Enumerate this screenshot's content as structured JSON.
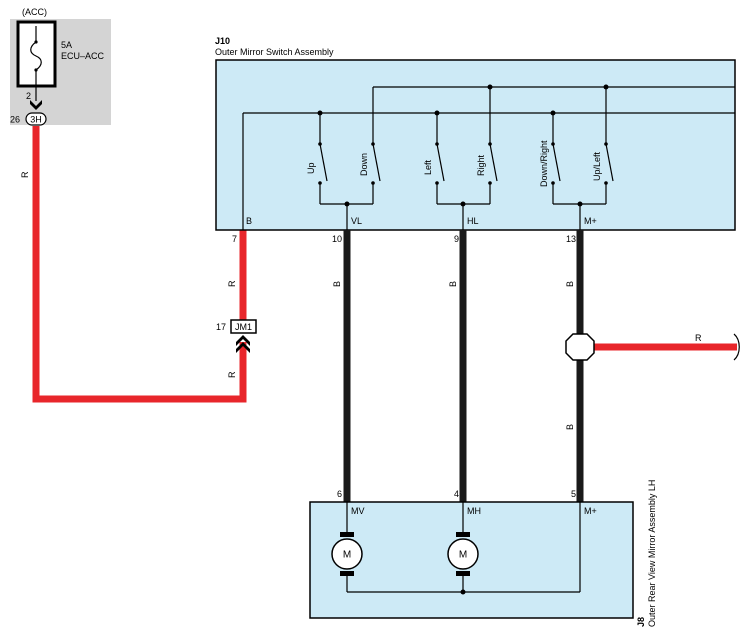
{
  "fuse": {
    "source": "(ACC)",
    "rating": "5A",
    "name": "ECU–ACC",
    "pin": "2",
    "connector_pin": "26",
    "connector": "3H"
  },
  "switch_assembly": {
    "id": "J10",
    "name": "Outer Mirror Switch Assembly",
    "switches": [
      "Up",
      "Down",
      "Left",
      "Right",
      "Down/Right",
      "Up/Left"
    ],
    "terminals": [
      "B",
      "VL",
      "HL",
      "M+"
    ],
    "pins": [
      "7",
      "10",
      "9",
      "13"
    ]
  },
  "junction": {
    "pin": "17",
    "connector": "JM1"
  },
  "mirror_assembly": {
    "id": "J8",
    "name": "Outer Rear View Mirror Assembly LH",
    "terminals": [
      "MV",
      "MH",
      "M+"
    ],
    "pins": [
      "6",
      "4",
      "5"
    ],
    "motor_label": "M"
  },
  "wire_colors": {
    "red": "R",
    "black": "B",
    "red_hex": "#e8262b",
    "black_hex": "#1a1a1a",
    "box_fill": "#cdeaf6",
    "fuse_area": "#d4d4d4"
  }
}
